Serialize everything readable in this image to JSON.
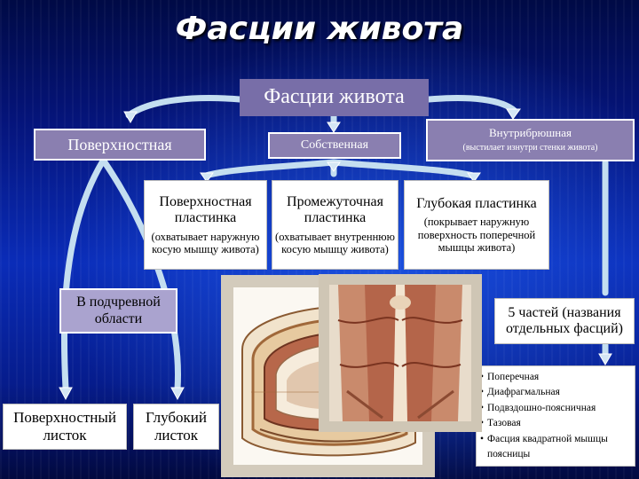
{
  "title": "Фасции живота",
  "root": "Фасции живота",
  "level1": {
    "superficial": "Поверхностная",
    "own": "Собственная",
    "internal": "Внутрибрюшная",
    "internal_note": "(выстилает изнутри стенки живота)"
  },
  "plates": [
    {
      "title": "Поверхностная пластинка",
      "note": "(охватывает наружную косую мышцу живота)"
    },
    {
      "title": "Промежуточная пластинка",
      "note": "(охватывает внутреннюю косую мышцу живота)"
    },
    {
      "title": "Глубокая пластинка",
      "note": "(покрывает наружную поверхность поперечной мышцы живота)"
    }
  ],
  "hypogastric": "В подчревной области",
  "parts": "5 частей (названия отдельных фасций)",
  "leaves": [
    "Поверхностный листок",
    "Глубокий листок"
  ],
  "fascia_list": [
    "Поперечная",
    "Диафрагмальная",
    "Подвздошно-поясничная",
    "Тазовая",
    "Фасция квадратной мышцы поясницы"
  ],
  "colors": {
    "box_purple": "#8a7fb0",
    "connector": "#c4def0",
    "background": "#0a2cb8"
  }
}
